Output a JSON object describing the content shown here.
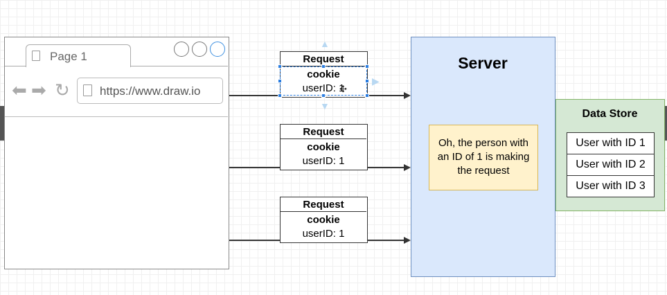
{
  "browser": {
    "tab_label": "Page 1",
    "url": "https://www.draw.io",
    "nav_icons": [
      "back-arrow-icon",
      "forward-arrow-icon",
      "reload-icon"
    ]
  },
  "requests": [
    {
      "title": "Request",
      "cookie": "cookie",
      "user_id": "userID: 1"
    },
    {
      "title": "Request",
      "cookie": "cookie",
      "user_id": "userID: 1"
    },
    {
      "title": "Request",
      "cookie": "cookie",
      "user_id": "userID: 1"
    }
  ],
  "server": {
    "title": "Server",
    "note": "Oh, the person with an ID of 1 is making the request"
  },
  "data_store": {
    "title": "Data Store",
    "rows": [
      "User with ID 1",
      "User with ID 2",
      "User with ID 3"
    ]
  },
  "colors": {
    "server_fill": "#dae8fc",
    "server_stroke": "#6c8ebf",
    "note_fill": "#fff2cc",
    "note_stroke": "#d6b656",
    "store_fill": "#d5e8d4",
    "store_stroke": "#82b366",
    "selection": "#2a7de1"
  }
}
